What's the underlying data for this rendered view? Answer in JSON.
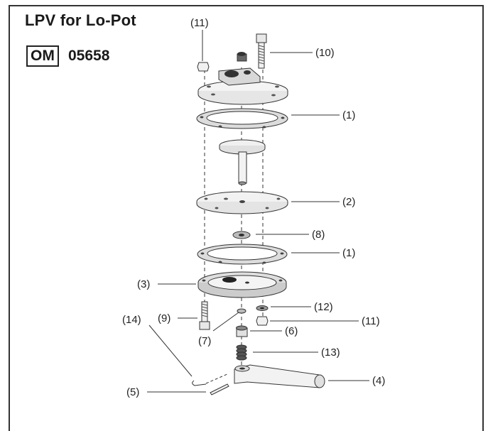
{
  "title": "LPV for Lo-Pot",
  "om_code": "OM",
  "om_number": "05658",
  "callouts": {
    "c1a": "(1)",
    "c1b": "(1)",
    "c2": "(2)",
    "c3": "(3)",
    "c4": "(4)",
    "c5": "(5)",
    "c6": "(6)",
    "c7": "(7)",
    "c8": "(8)",
    "c9": "(9)",
    "c10": "(10)",
    "c11a": "(11)",
    "c11b": "(11)",
    "c12": "(12)",
    "c13": "(13)",
    "c14": "(14)"
  }
}
